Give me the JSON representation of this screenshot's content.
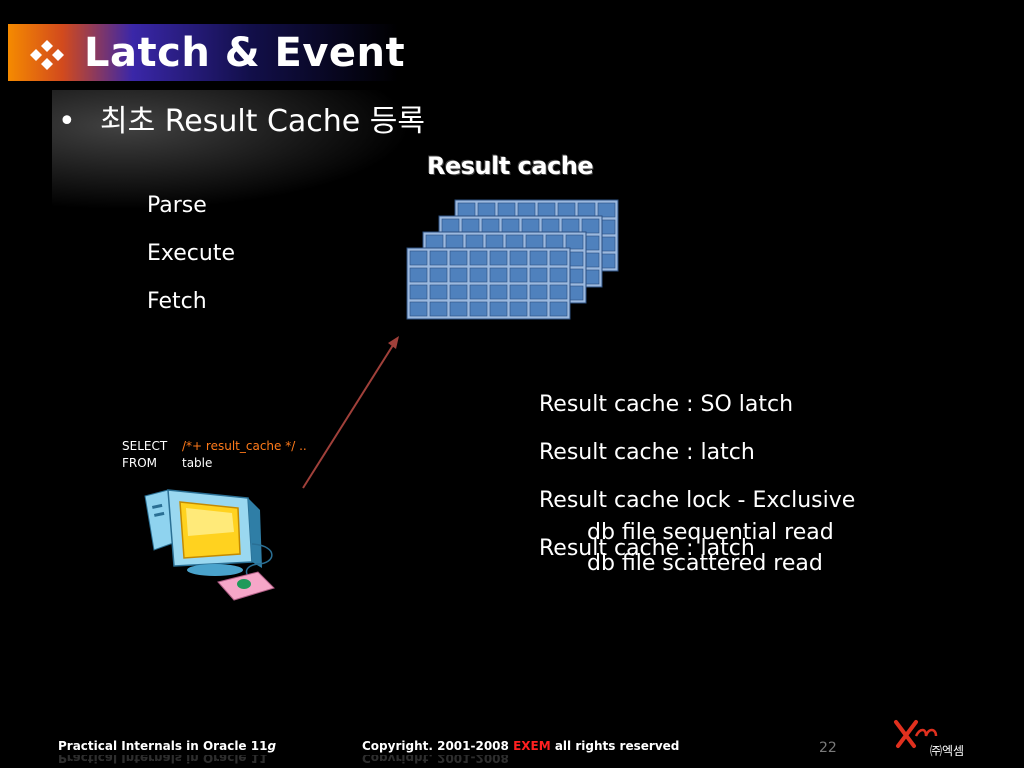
{
  "slide": {
    "title": "Latch & Event",
    "bullet_marker": "•",
    "bullet_text": "최초 Result Cache 등록"
  },
  "result_cache": {
    "label": "Result cache"
  },
  "steps": [
    "Parse",
    "Execute",
    "Fetch"
  ],
  "sql": {
    "keyword1": "SELECT",
    "hint": "/*+ result_cache */ ..",
    "keyword2": "FROM",
    "table": "table"
  },
  "events": [
    "Result cache : SO latch",
    "Result cache : latch",
    "Result cache lock - Exclusive",
    "Result cache : latch"
  ],
  "waits": [
    "db file sequential read",
    "db file scattered read"
  ],
  "footer": {
    "left_prefix": "Practical Internals in Oracle 11",
    "left_suffix": "g",
    "copyright_prefix": "Copyright. 2001-2008 ",
    "brand": "EXEM",
    "copyright_suffix": " all rights reserved",
    "page_number": "22",
    "company_ko": "㈜엑셈"
  },
  "colors": {
    "accent_orange": "#f58a00",
    "hint_orange": "#ff7a1a",
    "cache_blue": "#4f81bd",
    "arrow_red": "#a0403a",
    "brand_red": "#ff2020"
  }
}
